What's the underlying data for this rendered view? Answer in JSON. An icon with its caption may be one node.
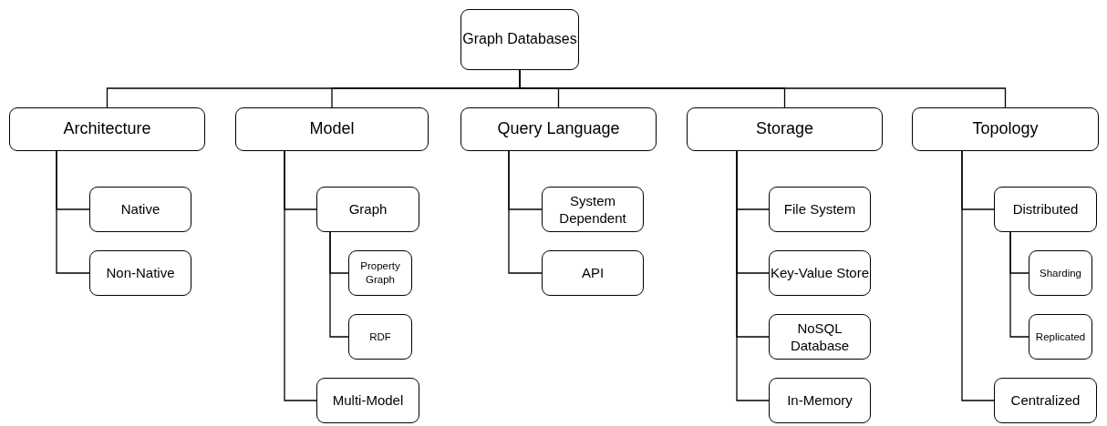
{
  "diagram": {
    "nodes": [
      {
        "text": [
          "Graph Databases"
        ]
      },
      {
        "text": [
          "Architecture"
        ]
      },
      {
        "text": [
          "Native"
        ]
      },
      {
        "text": [
          "Non-Native"
        ]
      },
      {
        "text": [
          "Model"
        ]
      },
      {
        "text": [
          "Graph"
        ]
      },
      {
        "text": [
          "Property Graph"
        ]
      },
      {
        "text": [
          "RDF"
        ]
      },
      {
        "text": [
          "Multi-Model"
        ]
      },
      {
        "text": [
          "Query Language"
        ]
      },
      {
        "text": [
          "System Dependent"
        ]
      },
      {
        "text": [
          "API"
        ]
      },
      {
        "text": [
          "Storage"
        ]
      },
      {
        "text": [
          "File System"
        ]
      },
      {
        "text": [
          "Key-Value Store"
        ]
      },
      {
        "text": [
          "NoSQL Database"
        ]
      },
      {
        "text": [
          "In-Memory"
        ]
      },
      {
        "text": [
          "Topology"
        ]
      },
      {
        "text": [
          "Distributed"
        ]
      },
      {
        "text": [
          "Sharding"
        ]
      },
      {
        "text": [
          "Replicated"
        ]
      },
      {
        "text": [
          "Centralized"
        ]
      }
    ],
    "edges": [
      {
        "from": 0,
        "to": 1,
        "arrow": "none"
      },
      {
        "from": 0,
        "to": 4,
        "arrow": "none"
      },
      {
        "from": 0,
        "to": 9,
        "arrow": "none"
      },
      {
        "from": 0,
        "to": 12,
        "arrow": "none"
      },
      {
        "from": 0,
        "to": 17,
        "arrow": "none"
      },
      {
        "from": 1,
        "to": 2,
        "arrow": "none"
      },
      {
        "from": 1,
        "to": 3,
        "arrow": "none"
      },
      {
        "from": 4,
        "to": 5,
        "arrow": "none"
      },
      {
        "from": 5,
        "to": 6,
        "arrow": "none"
      },
      {
        "from": 5,
        "to": 7,
        "arrow": "none"
      },
      {
        "from": 4,
        "to": 8,
        "arrow": "none"
      },
      {
        "from": 9,
        "to": 10,
        "arrow": "none"
      },
      {
        "from": 9,
        "to": 11,
        "arrow": "none"
      },
      {
        "from": 12,
        "to": 13,
        "arrow": "none"
      },
      {
        "from": 12,
        "to": 14,
        "arrow": "none"
      },
      {
        "from": 12,
        "to": 15,
        "arrow": "none"
      },
      {
        "from": 12,
        "to": 16,
        "arrow": "none"
      },
      {
        "from": 17,
        "to": 18,
        "arrow": "none"
      },
      {
        "from": 18,
        "to": 19,
        "arrow": "none"
      },
      {
        "from": 18,
        "to": 20,
        "arrow": "none"
      },
      {
        "from": 17,
        "to": 21,
        "arrow": "none"
      }
    ]
  }
}
